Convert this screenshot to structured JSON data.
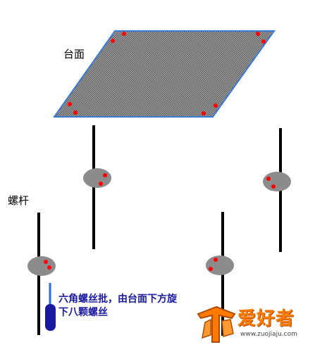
{
  "labels": {
    "tabletop": "台面",
    "screw_rod": "螺杆",
    "note": "六角螺丝批，由台面下方旋下八颗螺丝"
  },
  "watermark": {
    "text": "爱好者",
    "url": "www.zuojiaju.com"
  },
  "colors": {
    "tabletop_fill": "#8a8a8a",
    "tabletop_edge": "#3a7ad8",
    "screw_dot": "#ff0000",
    "rod": "#000000",
    "foot": "#8c8c8c",
    "note_text": "#1a1aa0",
    "screwdriver_handle": "#1a1aa0",
    "screwdriver_shaft": "#2a6ae0",
    "logo": "#ff7a00"
  }
}
